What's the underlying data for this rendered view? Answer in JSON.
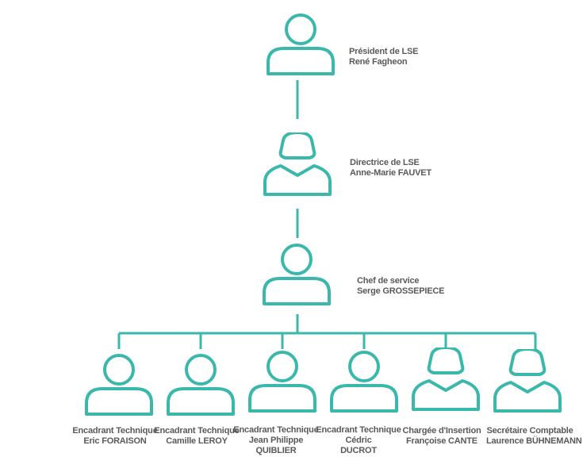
{
  "colors": {
    "accent": "#3bb8ac",
    "text": "#5a5a5a"
  },
  "top_chain": [
    {
      "icon": "person-male-icon",
      "title": "Président de LSE",
      "name": "René Fagheon"
    },
    {
      "icon": "person-female-icon",
      "title": "Directrice de LSE",
      "name": "Anne-Marie FAUVET"
    },
    {
      "icon": "person-male-icon",
      "title": "Chef de service",
      "name": "Serge GROSSEPIECE"
    }
  ],
  "team": [
    {
      "icon": "person-male-icon",
      "lines": [
        "Encadrant Technique",
        "Eric FORAISON"
      ]
    },
    {
      "icon": "person-male-icon",
      "lines": [
        "Encadrant Technique",
        "Camille LEROY"
      ]
    },
    {
      "icon": "person-male-icon",
      "lines": [
        "Encadrant Technique",
        "Jean Philippe",
        "QUIBLIER"
      ]
    },
    {
      "icon": "person-male-icon",
      "lines": [
        "Encadrant Technique",
        "Cédric",
        "DUCROT"
      ]
    },
    {
      "icon": "person-female-icon",
      "lines": [
        "Chargée d'Insertion",
        "Françoise CANTE"
      ]
    },
    {
      "icon": "person-female-icon",
      "lines": [
        "Secrétaire Comptable",
        "Laurence BÜHNEMANN"
      ]
    }
  ]
}
